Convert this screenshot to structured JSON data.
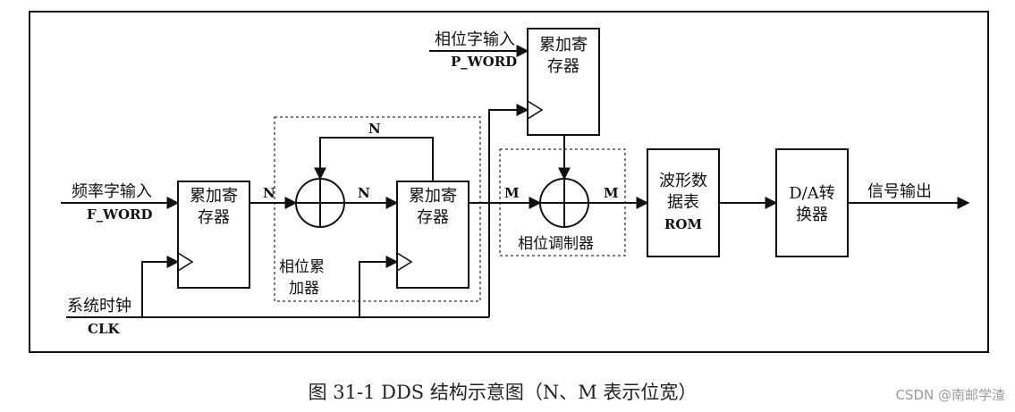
{
  "blocks": {
    "reg1": [
      "累加寄",
      "存器"
    ],
    "reg2": [
      "累加寄",
      "存器"
    ],
    "reg3": [
      "累加寄",
      "存器"
    ],
    "rom": [
      "波形数",
      "据表",
      "ROM"
    ],
    "dac": [
      "D/A转",
      "换器"
    ]
  },
  "labels": {
    "freq_input": "频率字输入",
    "freq_word": "F_WORD",
    "phase_input": "相位字输入",
    "phase_word": "P_WORD",
    "sys_clock": "系统时钟",
    "clk": "CLK",
    "signal_out": "信号输出",
    "accumulator": [
      "相位累",
      "加器"
    ],
    "modulator": "相位调制器",
    "n": "N",
    "m": "M"
  },
  "caption": "图 31-1  DDS 结构示意图（N、M 表示位宽）",
  "watermark": "CSDN @南邮学渣"
}
